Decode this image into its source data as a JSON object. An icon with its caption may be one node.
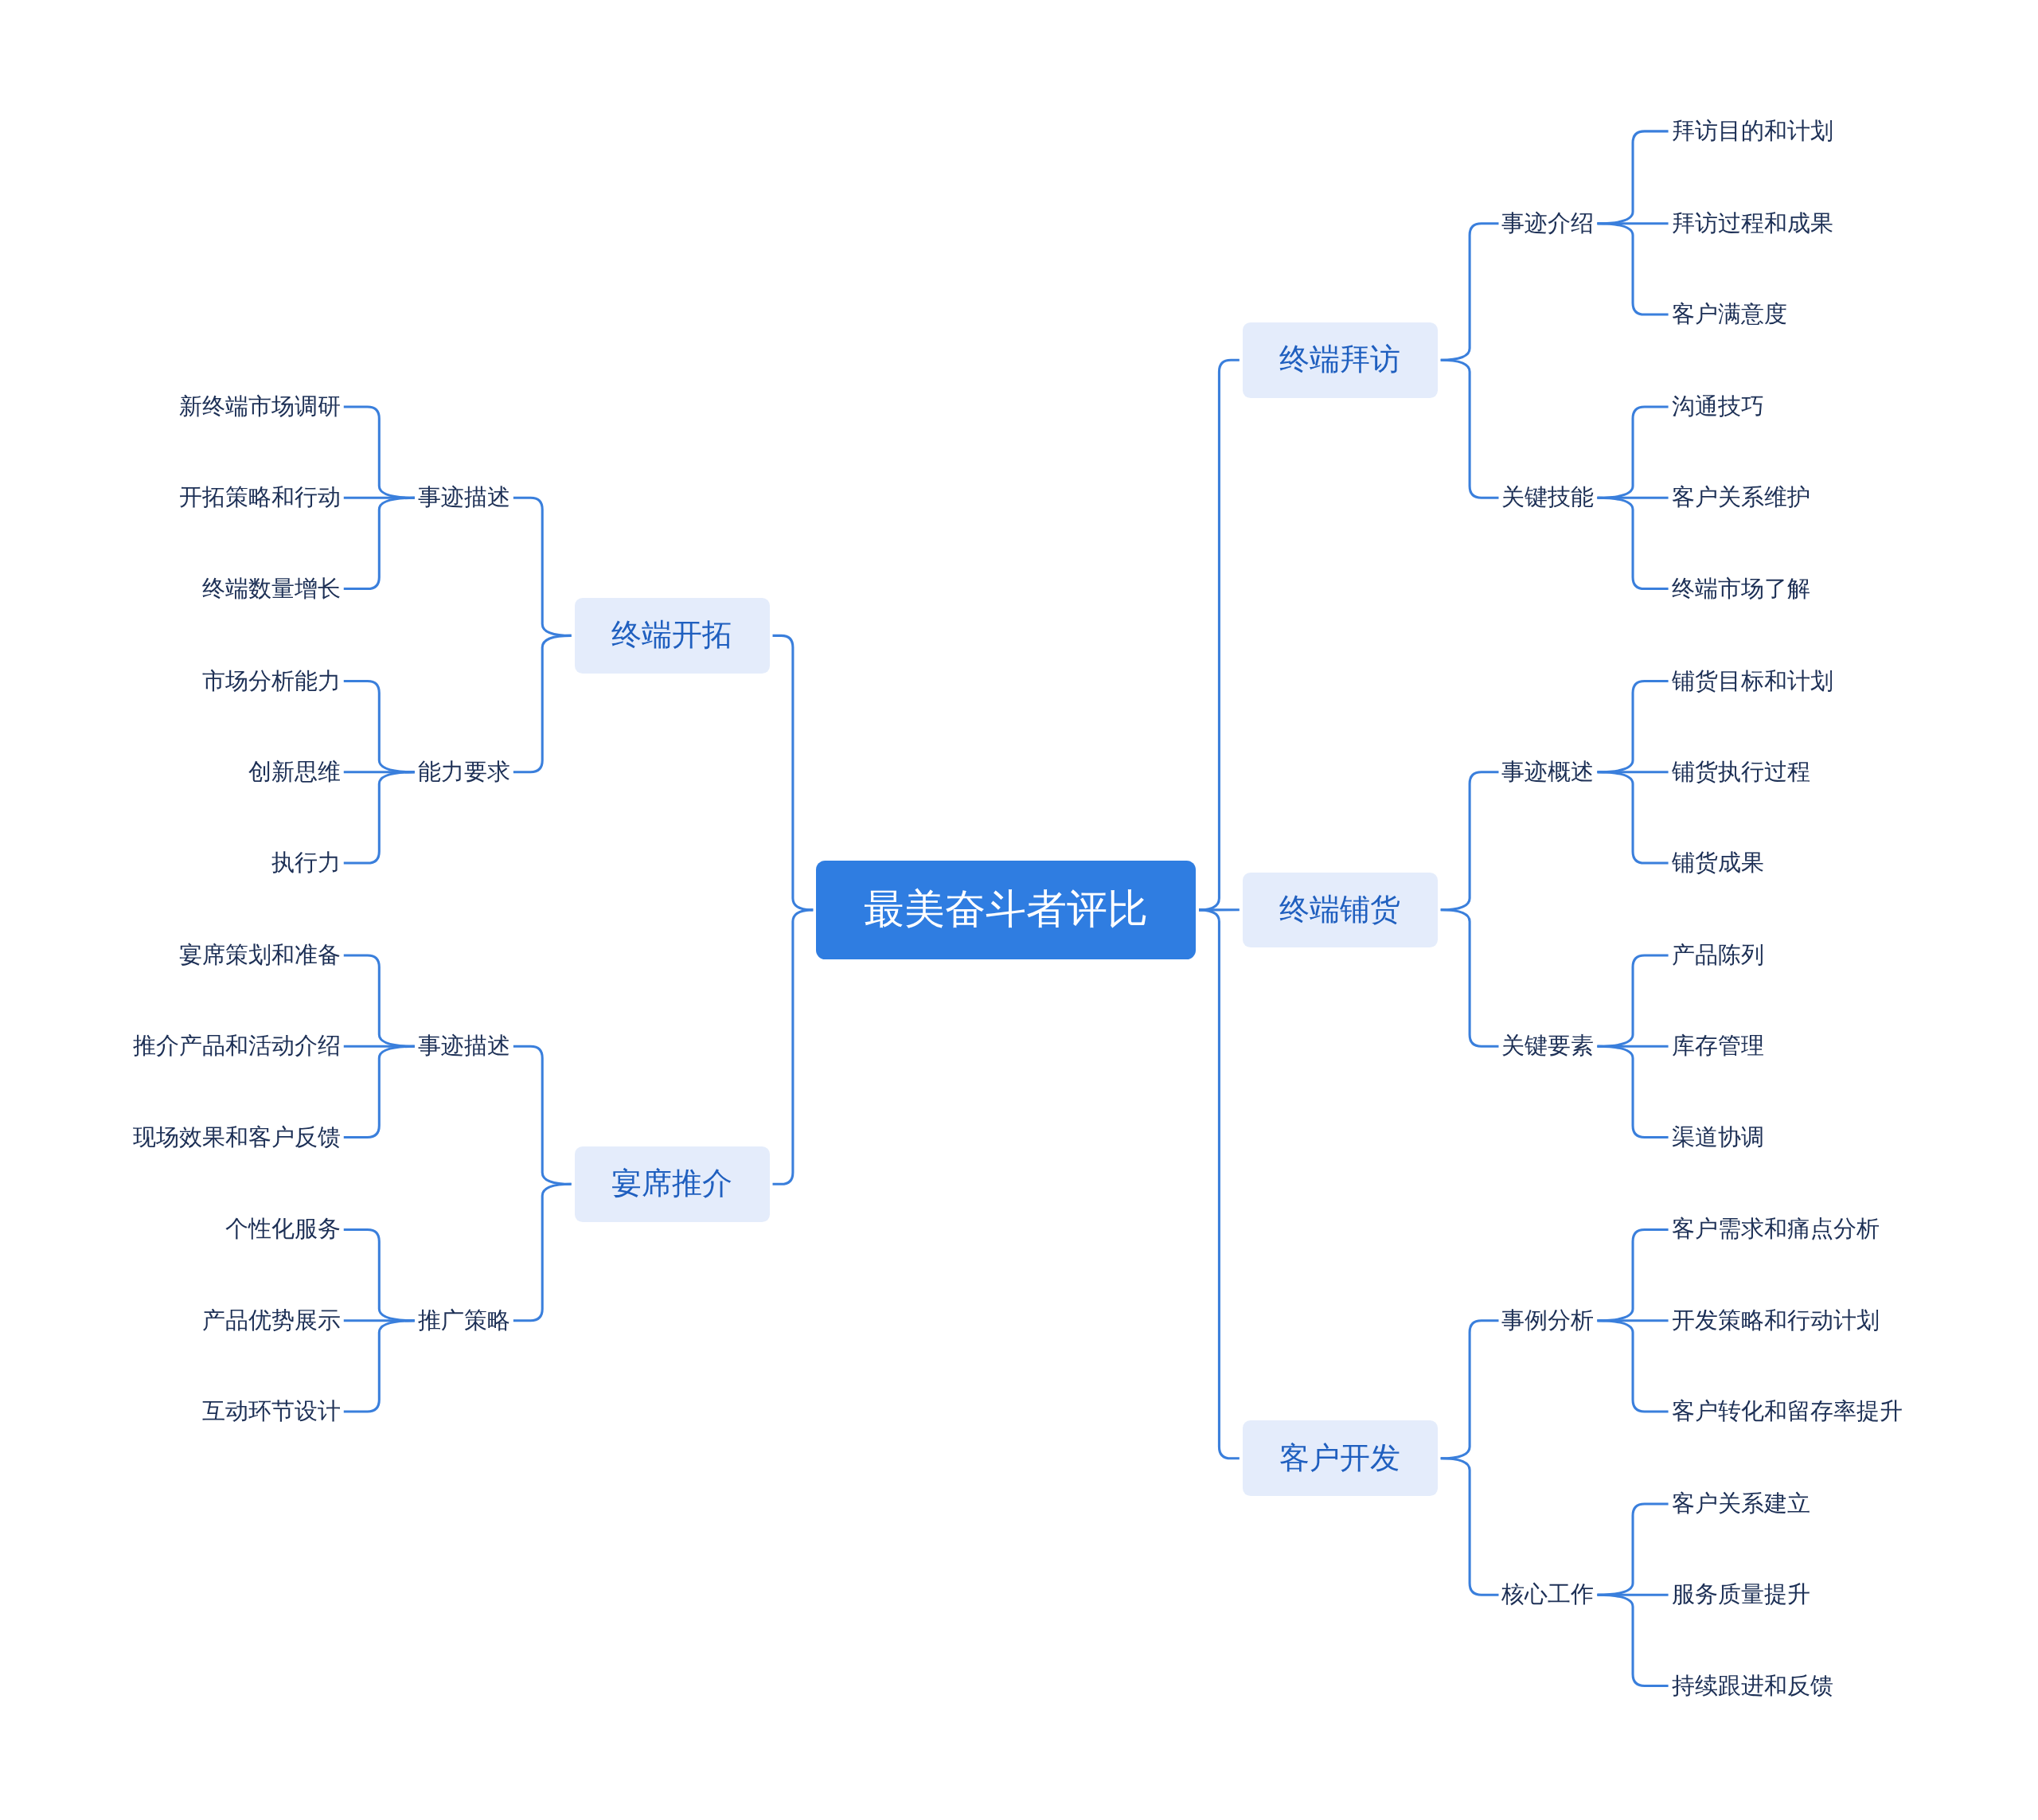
{
  "diagram": {
    "nodes": [
      {
        "text": [
          "最美奋斗者评比"
        ]
      },
      {
        "text": [
          "终端开拓"
        ]
      },
      {
        "text": [
          "事迹描述"
        ]
      },
      {
        "text": [
          "新终端市场调研"
        ]
      },
      {
        "text": [
          "开拓策略和行动"
        ]
      },
      {
        "text": [
          "终端数量增长"
        ]
      },
      {
        "text": [
          "能力要求"
        ]
      },
      {
        "text": [
          "市场分析能力"
        ]
      },
      {
        "text": [
          "创新思维"
        ]
      },
      {
        "text": [
          "执行力"
        ]
      },
      {
        "text": [
          "宴席推介"
        ]
      },
      {
        "text": [
          "事迹描述"
        ]
      },
      {
        "text": [
          "宴席策划和准备"
        ]
      },
      {
        "text": [
          "推介产品和活动介绍"
        ]
      },
      {
        "text": [
          "现场效果和客户反馈"
        ]
      },
      {
        "text": [
          "推广策略"
        ]
      },
      {
        "text": [
          "个性化服务"
        ]
      },
      {
        "text": [
          "产品优势展示"
        ]
      },
      {
        "text": [
          "互动环节设计"
        ]
      },
      {
        "text": [
          "终端拜访"
        ]
      },
      {
        "text": [
          "事迹介绍"
        ]
      },
      {
        "text": [
          "拜访目的和计划"
        ]
      },
      {
        "text": [
          "拜访过程和成果"
        ]
      },
      {
        "text": [
          "客户满意度"
        ]
      },
      {
        "text": [
          "关键技能"
        ]
      },
      {
        "text": [
          "沟通技巧"
        ]
      },
      {
        "text": [
          "客户关系维护"
        ]
      },
      {
        "text": [
          "终端市场了解"
        ]
      },
      {
        "text": [
          "终端铺货"
        ]
      },
      {
        "text": [
          "事迹概述"
        ]
      },
      {
        "text": [
          "铺货目标和计划"
        ]
      },
      {
        "text": [
          "铺货执行过程"
        ]
      },
      {
        "text": [
          "铺货成果"
        ]
      },
      {
        "text": [
          "关键要素"
        ]
      },
      {
        "text": [
          "产品陈列"
        ]
      },
      {
        "text": [
          "库存管理"
        ]
      },
      {
        "text": [
          "渠道协调"
        ]
      },
      {
        "text": [
          "客户开发"
        ]
      },
      {
        "text": [
          "事例分析"
        ]
      },
      {
        "text": [
          "客户需求和痛点分析"
        ]
      },
      {
        "text": [
          "开发策略和行动计划"
        ]
      },
      {
        "text": [
          "客户转化和留存率提升"
        ]
      },
      {
        "text": [
          "核心工作"
        ]
      },
      {
        "text": [
          "客户关系建立"
        ]
      },
      {
        "text": [
          "服务质量提升"
        ]
      },
      {
        "text": [
          "持续跟进和反馈"
        ]
      }
    ],
    "edges": [
      {
        "from": 0,
        "to": 1,
        "arrow": "none"
      },
      {
        "from": 0,
        "to": 10,
        "arrow": "none"
      },
      {
        "from": 1,
        "to": 2,
        "arrow": "none"
      },
      {
        "from": 1,
        "to": 6,
        "arrow": "none"
      },
      {
        "from": 2,
        "to": 3,
        "arrow": "none"
      },
      {
        "from": 2,
        "to": 4,
        "arrow": "none"
      },
      {
        "from": 2,
        "to": 5,
        "arrow": "none"
      },
      {
        "from": 6,
        "to": 7,
        "arrow": "none"
      },
      {
        "from": 6,
        "to": 8,
        "arrow": "none"
      },
      {
        "from": 6,
        "to": 9,
        "arrow": "none"
      },
      {
        "from": 10,
        "to": 11,
        "arrow": "none"
      },
      {
        "from": 10,
        "to": 15,
        "arrow": "none"
      },
      {
        "from": 11,
        "to": 12,
        "arrow": "none"
      },
      {
        "from": 11,
        "to": 13,
        "arrow": "none"
      },
      {
        "from": 11,
        "to": 14,
        "arrow": "none"
      },
      {
        "from": 15,
        "to": 16,
        "arrow": "none"
      },
      {
        "from": 15,
        "to": 17,
        "arrow": "none"
      },
      {
        "from": 15,
        "to": 18,
        "arrow": "none"
      },
      {
        "from": 0,
        "to": 19,
        "arrow": "none"
      },
      {
        "from": 0,
        "to": 28,
        "arrow": "none"
      },
      {
        "from": 0,
        "to": 37,
        "arrow": "none"
      },
      {
        "from": 19,
        "to": 20,
        "arrow": "none"
      },
      {
        "from": 19,
        "to": 24,
        "arrow": "none"
      },
      {
        "from": 20,
        "to": 21,
        "arrow": "none"
      },
      {
        "from": 20,
        "to": 22,
        "arrow": "none"
      },
      {
        "from": 20,
        "to": 23,
        "arrow": "none"
      },
      {
        "from": 24,
        "to": 25,
        "arrow": "none"
      },
      {
        "from": 24,
        "to": 26,
        "arrow": "none"
      },
      {
        "from": 24,
        "to": 27,
        "arrow": "none"
      },
      {
        "from": 28,
        "to": 29,
        "arrow": "none"
      },
      {
        "from": 28,
        "to": 33,
        "arrow": "none"
      },
      {
        "from": 29,
        "to": 30,
        "arrow": "none"
      },
      {
        "from": 29,
        "to": 31,
        "arrow": "none"
      },
      {
        "from": 29,
        "to": 32,
        "arrow": "none"
      },
      {
        "from": 33,
        "to": 34,
        "arrow": "none"
      },
      {
        "from": 33,
        "to": 35,
        "arrow": "none"
      },
      {
        "from": 33,
        "to": 36,
        "arrow": "none"
      },
      {
        "from": 37,
        "to": 38,
        "arrow": "none"
      },
      {
        "from": 37,
        "to": 42,
        "arrow": "none"
      },
      {
        "from": 38,
        "to": 39,
        "arrow": "none"
      },
      {
        "from": 38,
        "to": 40,
        "arrow": "none"
      },
      {
        "from": 38,
        "to": 41,
        "arrow": "none"
      },
      {
        "from": 42,
        "to": 43,
        "arrow": "none"
      },
      {
        "from": 42,
        "to": 44,
        "arrow": "none"
      },
      {
        "from": 42,
        "to": 45,
        "arrow": "none"
      }
    ]
  }
}
